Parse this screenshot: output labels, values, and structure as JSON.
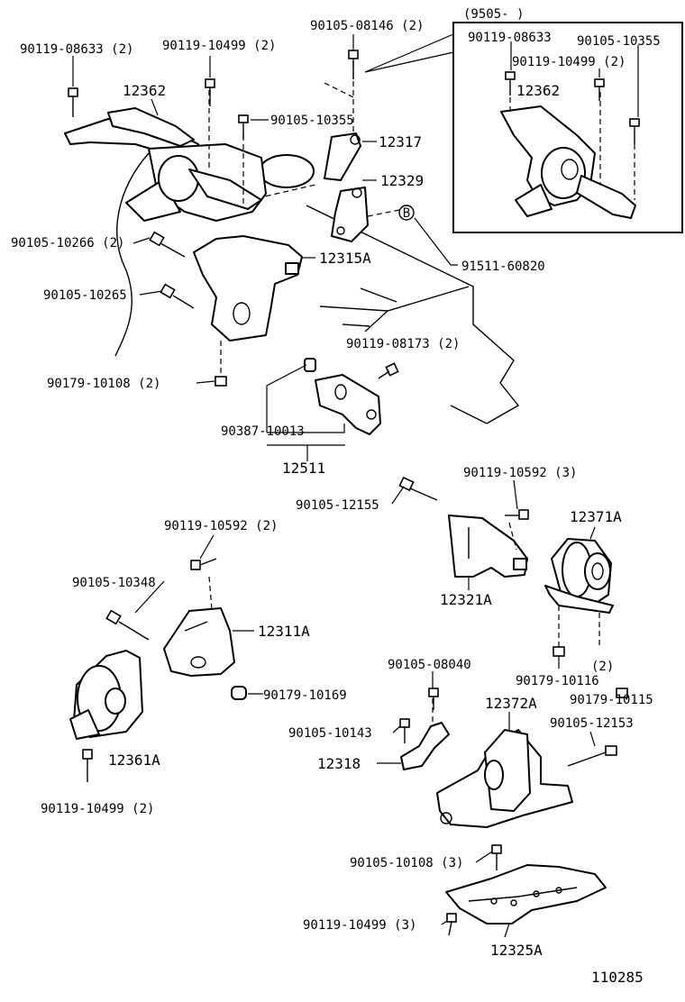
{
  "inset": {
    "title": "(9505-      )"
  },
  "labels": {
    "p90119_08633_2": "90119-08633 (2)",
    "p90119_10499_2a": "90119-10499 (2)",
    "p90105_08146_2": "90105-08146 (2)",
    "p12362": "12362",
    "p90105_10355": "90105-10355",
    "p12317": "12317",
    "p12329": "12329",
    "p90105_10266_2": "90105-10266 (2)",
    "p12315A": "12315A",
    "p91511_60820": "91511-60820",
    "p90105_10265": "90105-10265",
    "p90119_08173_2": "90119-08173 (2)",
    "p90179_10108_2": "90179-10108 (2)",
    "p90387_10013": "90387-10013",
    "p12511": "12511",
    "p90119_10592_3": "90119-10592 (3)",
    "p90105_12155": "90105-12155",
    "p12371A": "12371A",
    "p90119_10592_2": "90119-10592 (2)",
    "p12321A": "12321A",
    "p90105_10348": "90105-10348",
    "p12311A": "12311A",
    "p90105_08040": "90105-08040",
    "p2": "(2)",
    "p90179_10116": "90179-10116",
    "p90179_10115": "90179-10115",
    "p90179_10169": "90179-10169",
    "p12372A": "12372A",
    "p90105_12153": "90105-12153",
    "p90105_10143": "90105-10143",
    "p12318": "12318",
    "p12361A": "12361A",
    "p90119_10499_2b": "90119-10499 (2)",
    "p90105_10108_3": "90105-10108 (3)",
    "p90119_10499_3": "90119-10499 (3)",
    "p12325A": "12325A",
    "i90119_08633": "90119-08633",
    "i90105_10355": "90105-10355",
    "i90119_10499_2": "90119-10499 (2)",
    "i12362": "12362",
    "marker_b": "B",
    "figure_no": "110285"
  }
}
